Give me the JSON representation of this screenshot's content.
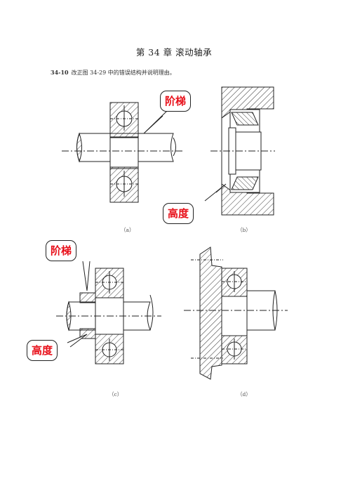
{
  "chapter_title": "第 34 章  滚动轴承",
  "question": {
    "number": "34-10",
    "text": "改正图 34-29 中的错误结构并说明理由。"
  },
  "figures": [
    {
      "caption": "（a）",
      "callouts": [
        "阶梯"
      ]
    },
    {
      "caption": "（b）",
      "callouts": [
        "高度"
      ]
    },
    {
      "caption": "（c）",
      "callouts": [
        "阶梯",
        "高度"
      ]
    },
    {
      "caption": "（d）",
      "callouts": []
    }
  ],
  "colors": {
    "callout_text": "#e8101a",
    "line": "#222222"
  }
}
